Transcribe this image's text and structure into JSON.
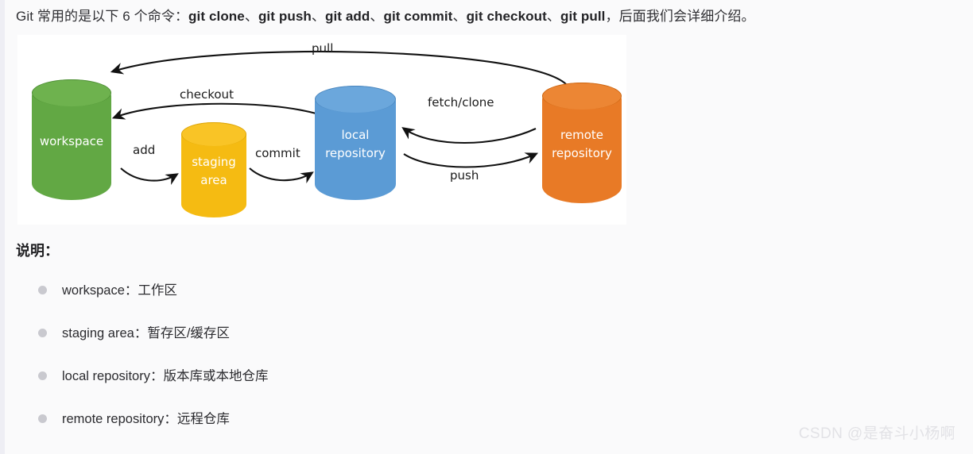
{
  "intro": {
    "prefix": "Git 常用的是以下 6 个命令：",
    "commands": [
      "git clone",
      "git push",
      "git add",
      "git commit",
      "git checkout",
      "git pull"
    ],
    "separator": "、",
    "suffix": "，后面我们会详细介绍。"
  },
  "figure": {
    "alt": "git workflow diagram",
    "nodes": [
      {
        "id": "workspace",
        "label": "workspace",
        "color": "#62a844"
      },
      {
        "id": "staging-area",
        "label_line1": "staging",
        "label_line2": "area",
        "color": "#f5bb12"
      },
      {
        "id": "local-repository",
        "label_line1": "local",
        "label_line2": "repository",
        "color": "#5b9bd5"
      },
      {
        "id": "remote-repository",
        "label_line1": "remote",
        "label_line2": "repository",
        "color": "#e87a26"
      }
    ],
    "arrows": [
      {
        "id": "pull",
        "label": "pull",
        "from": "remote-repository",
        "to": "workspace"
      },
      {
        "id": "checkout",
        "label": "checkout",
        "from": "local-repository",
        "to": "workspace"
      },
      {
        "id": "add",
        "label": "add",
        "from": "workspace",
        "to": "staging-area"
      },
      {
        "id": "commit",
        "label": "commit",
        "from": "staging-area",
        "to": "local-repository"
      },
      {
        "id": "fetch-clone",
        "label": "fetch/clone",
        "from": "remote-repository",
        "to": "local-repository"
      },
      {
        "id": "push",
        "label": "push",
        "from": "local-repository",
        "to": "remote-repository"
      }
    ]
  },
  "section": {
    "heading": "说明："
  },
  "notes": [
    {
      "term": "workspace：",
      "desc": "工作区"
    },
    {
      "term": "staging area：",
      "desc": "暂存区/缓存区"
    },
    {
      "term": "local repository：",
      "desc": "版本库或本地仓库"
    },
    {
      "term": "remote repository：",
      "desc": "远程仓库"
    }
  ],
  "watermark": {
    "text": "CSDN @是奋斗小杨啊"
  },
  "colors": {
    "page_background": "#fafafb",
    "figure_background": "#ffffff",
    "workspace": "#62a844",
    "staging": "#f5bb12",
    "local": "#5b9bd5",
    "remote": "#e87a26",
    "bullet": "#c9c9cf",
    "watermark": "#e2e2e6"
  }
}
